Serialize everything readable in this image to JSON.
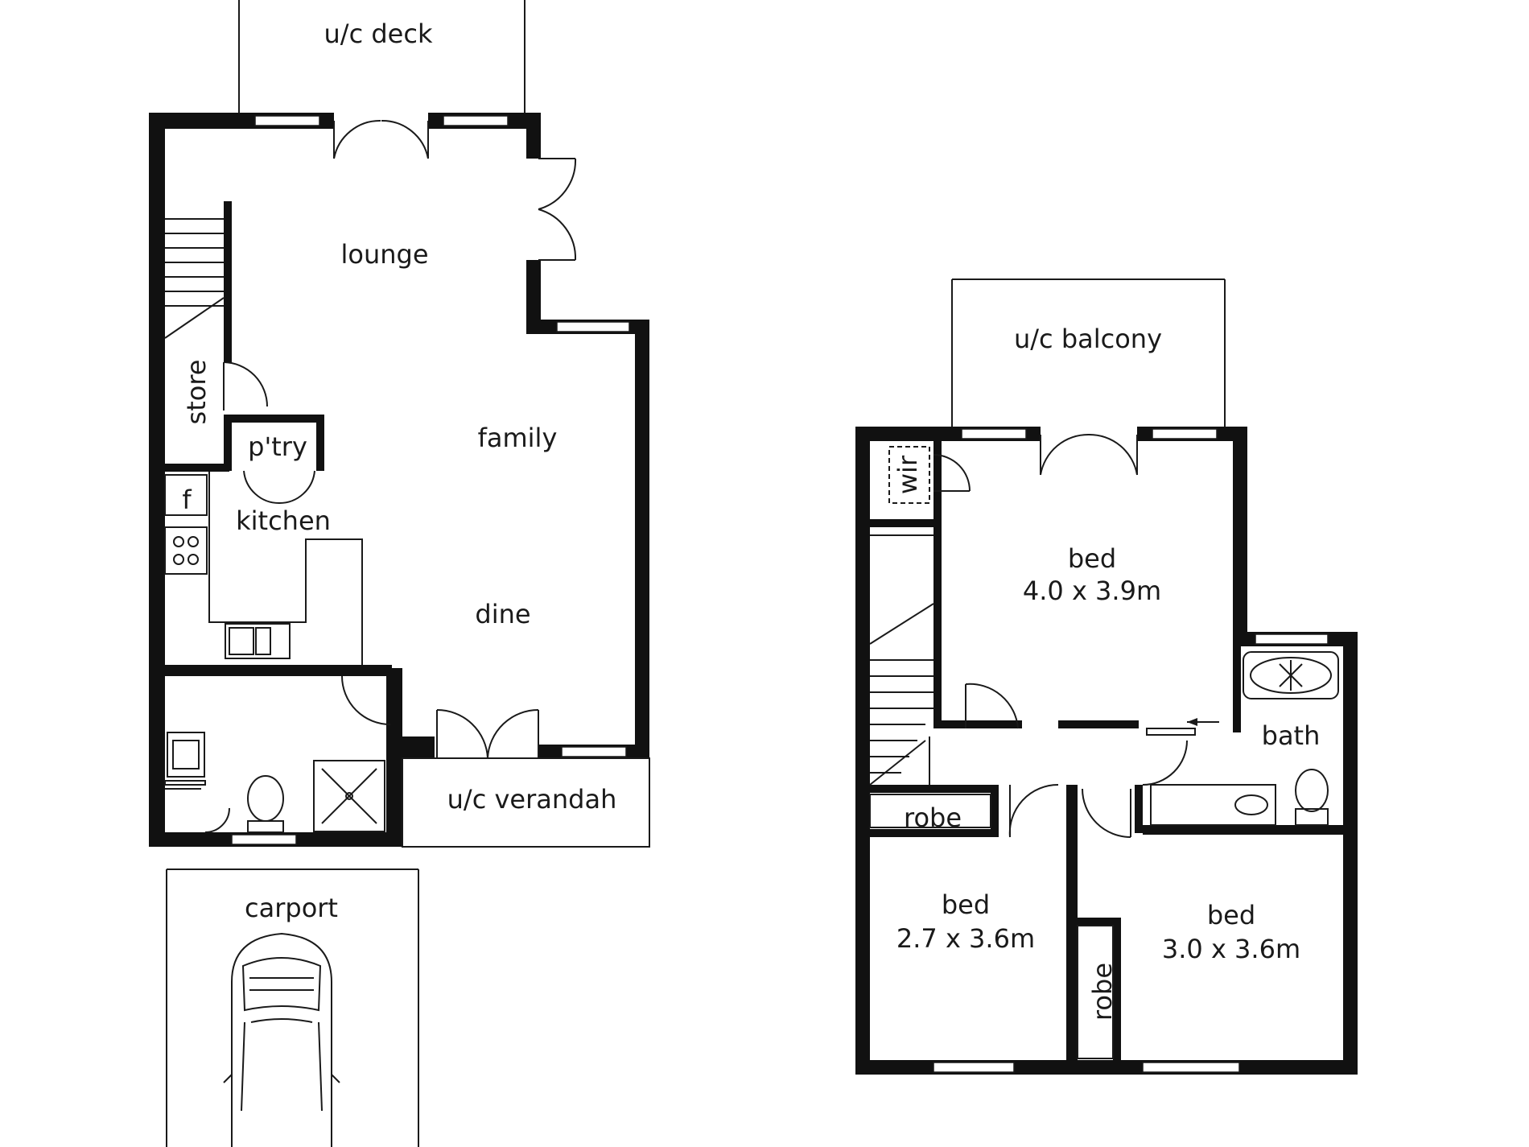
{
  "ground_floor": {
    "labels": {
      "deck": "u/c deck",
      "lounge": "lounge",
      "family": "family",
      "store": "store",
      "pantry": "p'try",
      "fridge": "f",
      "kitchen": "kitchen",
      "dine": "dine",
      "verandah": "u/c verandah",
      "carport": "carport"
    }
  },
  "first_floor": {
    "labels": {
      "balcony": "u/c balcony",
      "wir": "wir",
      "bed1": "bed",
      "bed1_size": "4.0 x 3.9m",
      "bath": "bath",
      "robe1": "robe",
      "bed2": "bed",
      "bed2_size": "2.7 x 3.6m",
      "bed3": "bed",
      "bed3_size": "3.0 x 3.6m",
      "robe2": "robe"
    }
  }
}
